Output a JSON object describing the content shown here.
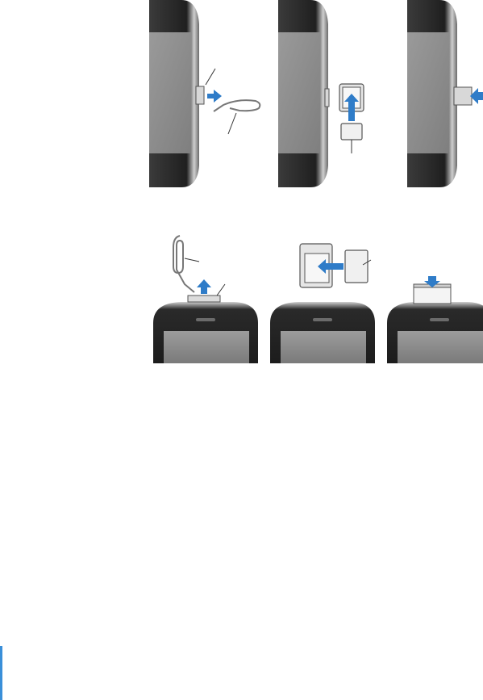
{
  "figure": {
    "top_row": {
      "steps": [
        "eject",
        "place-sim",
        "reinsert"
      ]
    },
    "bottom_row": {
      "steps": [
        "eject",
        "place-sim",
        "reinsert"
      ]
    },
    "colors": {
      "arrow": "#2f7cc8",
      "device_dark": "#2b2b2b",
      "device_screen": "#8f8f8f",
      "device_edge": "#c9c9c9",
      "outline": "#555555",
      "edge_mark": "#3a8fd9"
    }
  }
}
